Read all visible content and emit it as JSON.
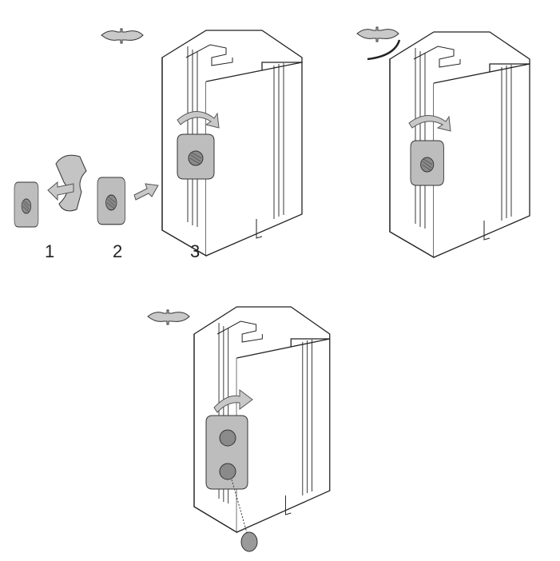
{
  "steps": {
    "step1": "1",
    "step2": "2",
    "step3": "3"
  },
  "colors": {
    "line": "#222222",
    "nut": "#b8b8b8",
    "nut_dark": "#8a8a8a",
    "arrow": "#c8c8c8"
  }
}
